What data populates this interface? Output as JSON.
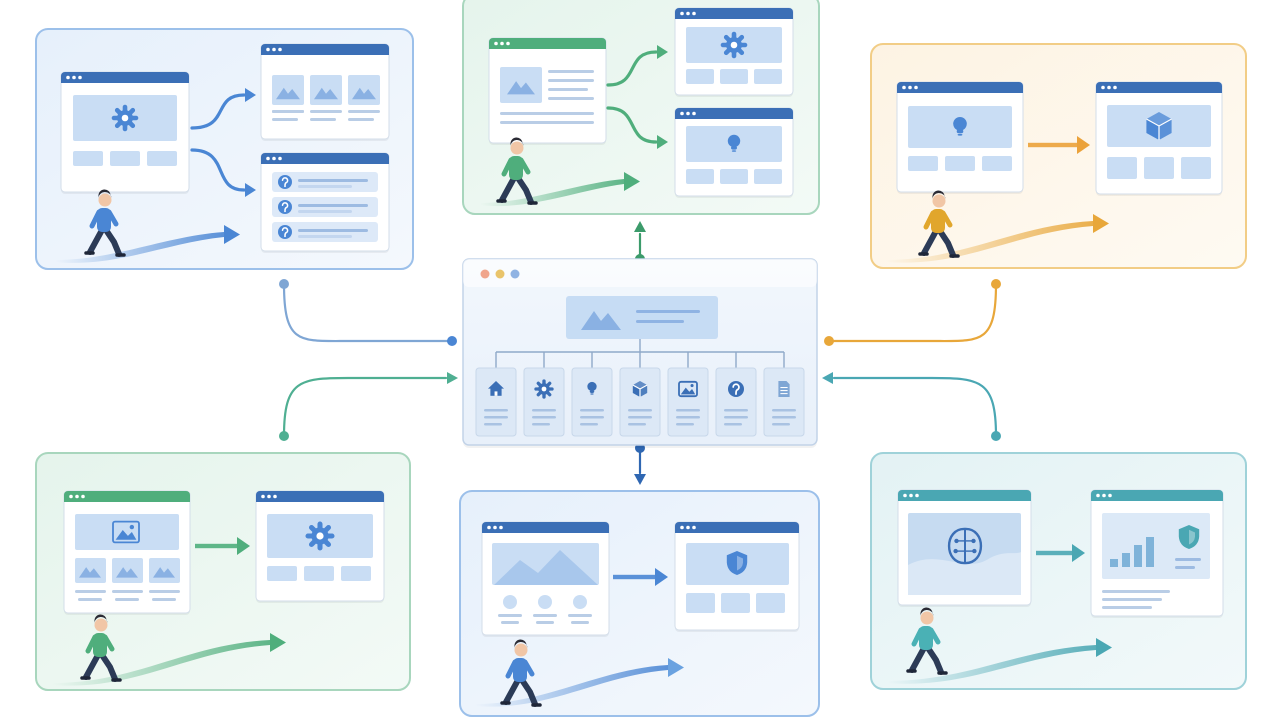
{
  "colors": {
    "blue": "#4a86d4",
    "blue_dark": "#3b6fb6",
    "green": "#4fae7c",
    "orange": "#e8a73a",
    "teal": "#4aa7b3",
    "tile": "#c9ddf4",
    "panel_line": "#b9cde6",
    "hub_dot_1": "#f0a58c",
    "hub_dot_2": "#e9c46a",
    "hub_dot_3": "#8fb3e3"
  },
  "hub": {
    "window_dots": [
      "hub_dot_1",
      "hub_dot_2",
      "hub_dot_3"
    ],
    "cards": [
      {
        "icon": "home-icon"
      },
      {
        "icon": "gear-icon"
      },
      {
        "icon": "lightbulb-icon"
      },
      {
        "icon": "cube-icon"
      },
      {
        "icon": "image-icon"
      },
      {
        "icon": "question-icon"
      },
      {
        "icon": "document-icon"
      }
    ]
  },
  "flows": [
    {
      "name": "settings-flow",
      "accent": "blue",
      "source": "gear-icon",
      "targets": [
        "image-gallery",
        "faq-list"
      ],
      "persona": "blue-walker"
    },
    {
      "name": "content-flow",
      "accent": "green",
      "source": "image-article",
      "targets": [
        "gear-icon",
        "lightbulb-icon"
      ],
      "persona": "green-walker"
    },
    {
      "name": "idea-flow",
      "accent": "orange",
      "source": "lightbulb-icon",
      "targets": [
        "cube-icon"
      ],
      "persona": "orange-walker"
    },
    {
      "name": "gallery-flow",
      "accent": "green",
      "source": "image-gallery",
      "targets": [
        "gear-icon"
      ],
      "persona": "green-walker"
    },
    {
      "name": "media-flow",
      "accent": "blue",
      "source": "hero-image",
      "targets": [
        "shield-icon"
      ],
      "persona": "blue-walker"
    },
    {
      "name": "insight-flow",
      "accent": "teal",
      "source": "brain-icon",
      "targets": [
        "bar-chart-icon",
        "shield-icon"
      ],
      "persona": "teal-walker"
    }
  ]
}
